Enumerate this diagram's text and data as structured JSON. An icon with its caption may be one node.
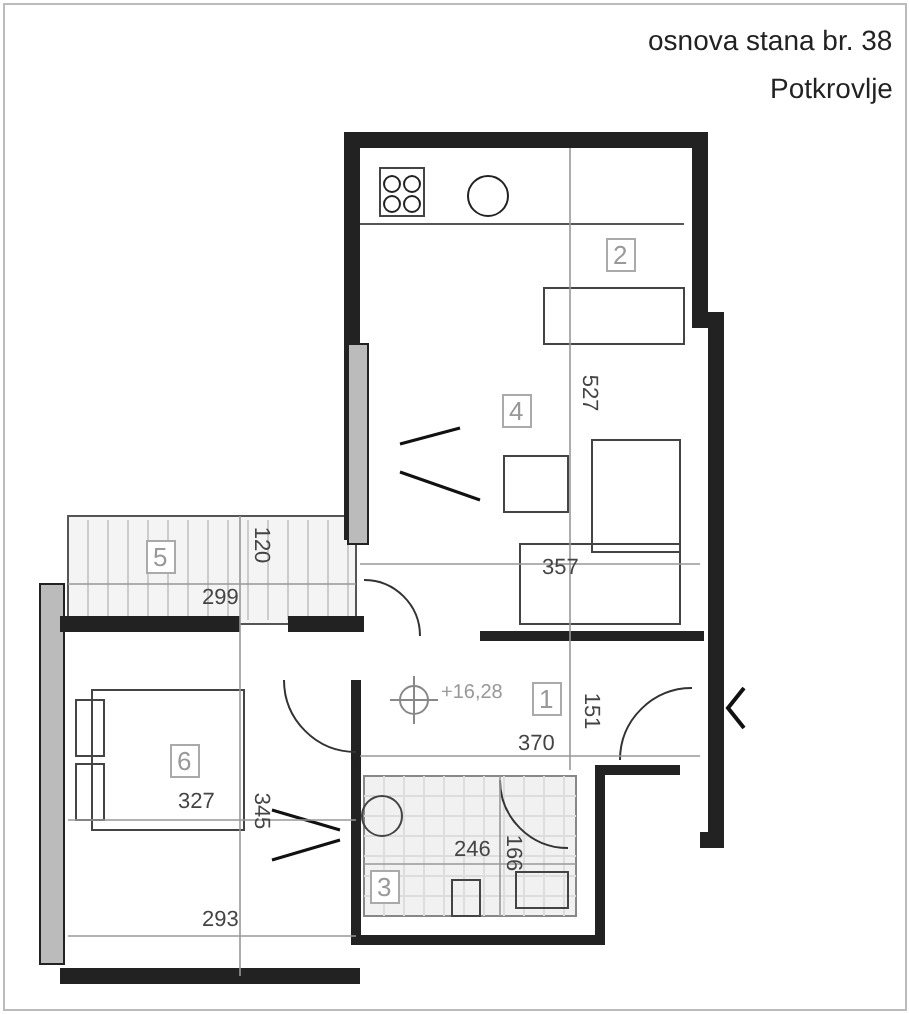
{
  "diagram": {
    "title": "osnova stana br. 38",
    "labels": [
      "Potkrovlje",
      "2",
      "4",
      "527",
      "5",
      "120",
      "299",
      "357",
      "+16,28",
      "1",
      "151",
      "370",
      "6",
      "345",
      "327",
      "246",
      "166",
      "3",
      "293"
    ]
  }
}
